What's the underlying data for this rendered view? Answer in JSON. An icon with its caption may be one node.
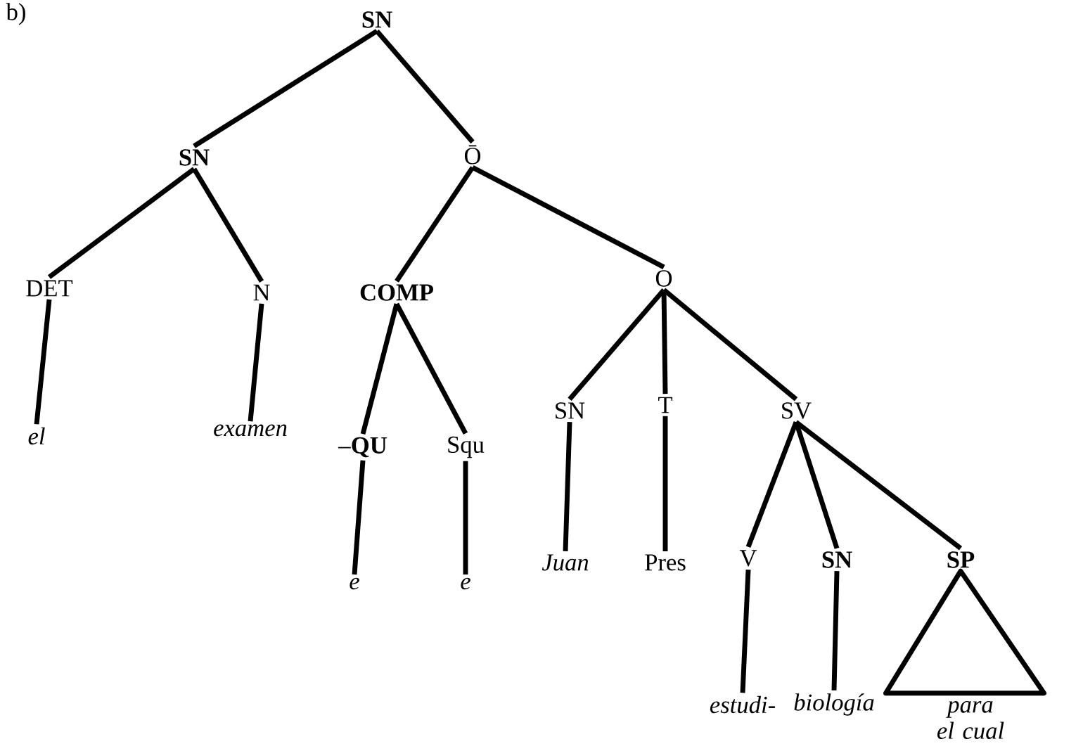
{
  "diagram": {
    "nodes": [
      {
        "text": [
          "SN"
        ]
      },
      {
        "text": [
          "SN"
        ]
      },
      {
        "text": [
          "Ō"
        ]
      },
      {
        "text": [
          "DET"
        ]
      },
      {
        "text": [
          "N"
        ]
      },
      {
        "text": [
          "COMP"
        ]
      },
      {
        "text": [
          "O"
        ]
      },
      {
        "text": [
          "el"
        ]
      },
      {
        "text": [
          "examen"
        ]
      },
      {
        "text": [
          "–**QU**"
        ]
      },
      {
        "text": [
          "Squ"
        ]
      },
      {
        "text": [
          "SN"
        ]
      },
      {
        "text": [
          "T"
        ]
      },
      {
        "text": [
          "SV"
        ]
      },
      {
        "text": [
          "e"
        ]
      },
      {
        "text": [
          "e"
        ]
      },
      {
        "text": [
          "Juan"
        ]
      },
      {
        "text": [
          "Pres"
        ]
      },
      {
        "text": [
          "V"
        ]
      },
      {
        "text": [
          "SN"
        ]
      },
      {
        "text": [
          "SP"
        ]
      },
      {
        "text": [
          "estudi-"
        ]
      },
      {
        "text": [
          "biología"
        ]
      },
      {
        "text": [
          "para el cual"
        ]
      }
    ],
    "edges": [
      {
        "from": 0,
        "to": 1,
        "arrow": "none"
      },
      {
        "from": 0,
        "to": 2,
        "arrow": "none"
      },
      {
        "from": 1,
        "to": 3,
        "arrow": "none"
      },
      {
        "from": 1,
        "to": 4,
        "arrow": "none"
      },
      {
        "from": 2,
        "to": 5,
        "arrow": "none"
      },
      {
        "from": 2,
        "to": 6,
        "arrow": "none"
      },
      {
        "from": 3,
        "to": 7,
        "arrow": "none"
      },
      {
        "from": 4,
        "to": 8,
        "arrow": "none"
      },
      {
        "from": 5,
        "to": 9,
        "arrow": "none"
      },
      {
        "from": 5,
        "to": 10,
        "arrow": "none"
      },
      {
        "from": 6,
        "to": 11,
        "arrow": "none"
      },
      {
        "from": 6,
        "to": 12,
        "arrow": "none"
      },
      {
        "from": 6,
        "to": 13,
        "arrow": "none"
      },
      {
        "from": 9,
        "to": 14,
        "arrow": "none"
      },
      {
        "from": 10,
        "to": 15,
        "arrow": "none"
      },
      {
        "from": 11,
        "to": 16,
        "arrow": "none"
      },
      {
        "from": 12,
        "to": 17,
        "arrow": "none"
      },
      {
        "from": 13,
        "to": 18,
        "arrow": "none"
      },
      {
        "from": 13,
        "to": 19,
        "arrow": "none"
      },
      {
        "from": 13,
        "to": 20,
        "arrow": "none"
      },
      {
        "from": 18,
        "to": 21,
        "arrow": "none"
      },
      {
        "from": 19,
        "to": 22,
        "arrow": "none"
      },
      {
        "from": 20,
        "to": 23,
        "arrow": "none"
      }
    ],
    "labels": [
      "b)"
    ]
  }
}
